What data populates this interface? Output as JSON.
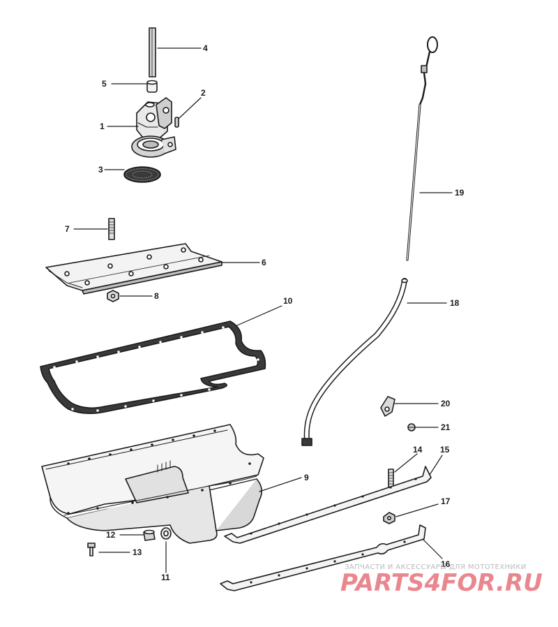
{
  "callouts": [
    {
      "id": "1",
      "text": "1"
    },
    {
      "id": "2",
      "text": "2"
    },
    {
      "id": "3",
      "text": "3"
    },
    {
      "id": "4",
      "text": "4"
    },
    {
      "id": "5",
      "text": "5"
    },
    {
      "id": "6",
      "text": "6"
    },
    {
      "id": "7",
      "text": "7"
    },
    {
      "id": "8",
      "text": "8"
    },
    {
      "id": "9",
      "text": "9"
    },
    {
      "id": "10",
      "text": "10"
    },
    {
      "id": "11",
      "text": "11"
    },
    {
      "id": "12",
      "text": "12"
    },
    {
      "id": "13",
      "text": "13"
    },
    {
      "id": "14",
      "text": "14"
    },
    {
      "id": "15",
      "text": "15"
    },
    {
      "id": "16",
      "text": "16"
    },
    {
      "id": "17",
      "text": "17"
    },
    {
      "id": "18",
      "text": "18"
    },
    {
      "id": "19",
      "text": "19"
    },
    {
      "id": "20",
      "text": "20"
    },
    {
      "id": "21",
      "text": "21"
    }
  ],
  "watermark": {
    "tagline": "ЗАПЧАСТИ И АКСЕССУАРЫ ДЛЯ МОТОТЕХНИКИ",
    "brand": "PARTS4FOR.RU",
    "color": "#e25a63"
  }
}
